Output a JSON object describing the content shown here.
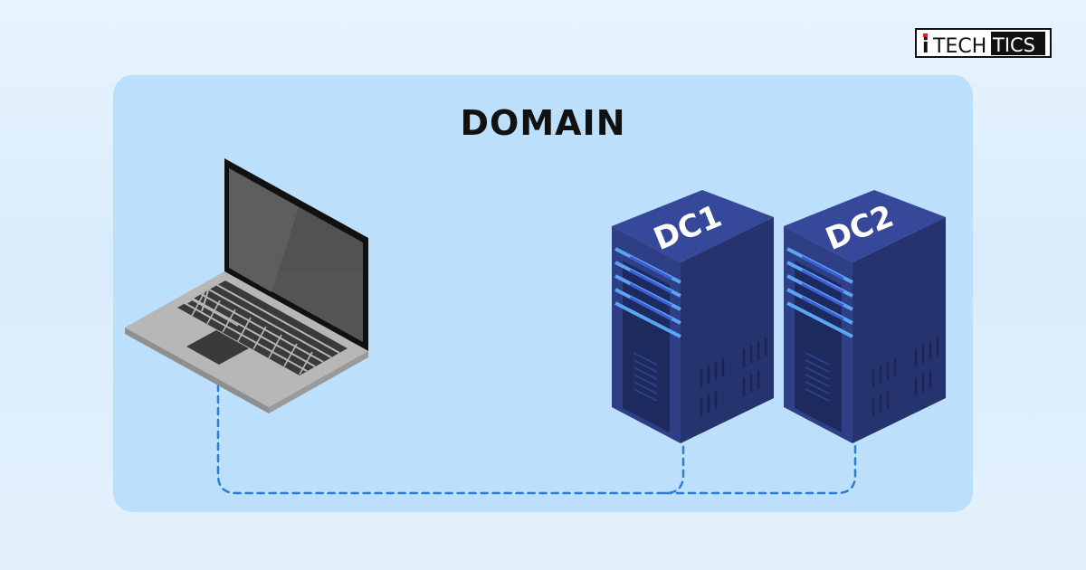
{
  "logo": {
    "prefix": "i",
    "main": "TECH",
    "suffix": "TICS",
    "colors": {
      "accent": "#e02020",
      "dark": "#111111"
    }
  },
  "diagram": {
    "title": "DOMAIN",
    "nodes": [
      {
        "id": "laptop",
        "icon": "laptop-icon"
      },
      {
        "id": "dc1",
        "label": "DC1",
        "icon": "server-icon"
      },
      {
        "id": "dc2",
        "label": "DC2",
        "icon": "server-icon"
      }
    ],
    "edges": [
      {
        "from": "laptop",
        "to": "dc1",
        "style": "dashed"
      },
      {
        "from": "laptop",
        "to": "dc2",
        "style": "dashed"
      }
    ],
    "colors": {
      "panel": "#bcdffb",
      "connector": "#2f7dd1",
      "server_front": "#2e3f85",
      "server_side": "#25336e",
      "server_top": "#35489a",
      "server_lights": "#5aa6f5"
    }
  }
}
